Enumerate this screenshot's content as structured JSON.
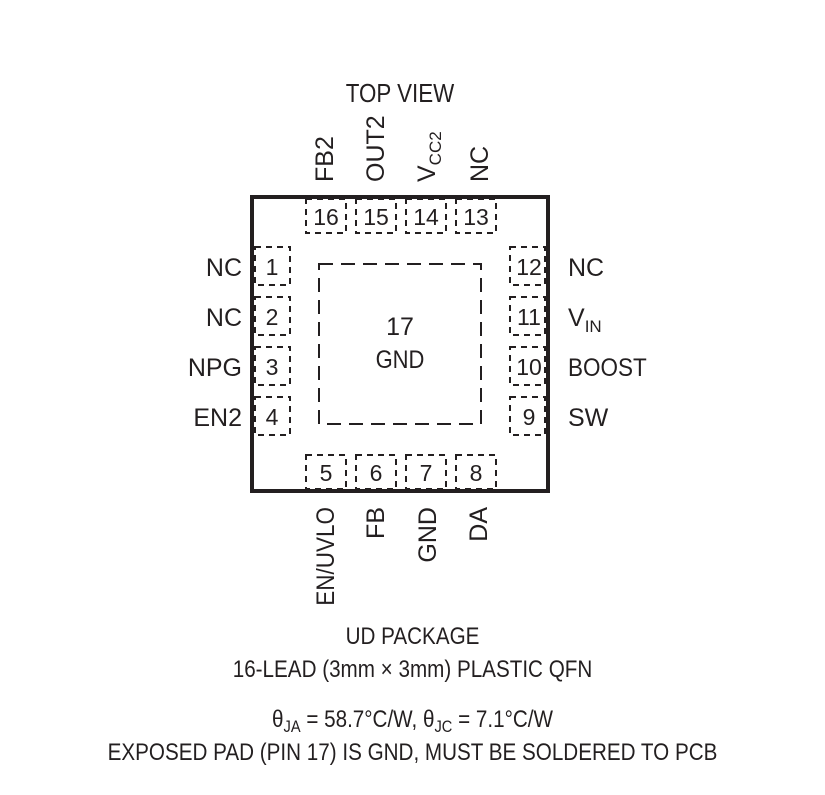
{
  "header": {
    "view_label": "TOP VIEW"
  },
  "top_pins": [
    {
      "number": "16",
      "label": "FB2"
    },
    {
      "number": "15",
      "label": "OUT2"
    },
    {
      "number": "14",
      "label": "V",
      "label_sub": "CC2"
    },
    {
      "number": "13",
      "label": "NC"
    }
  ],
  "left_pins": [
    {
      "number": "1",
      "label": "NC"
    },
    {
      "number": "2",
      "label": "NC"
    },
    {
      "number": "3",
      "label": "NPG"
    },
    {
      "number": "4",
      "label": "EN2"
    }
  ],
  "right_pins": [
    {
      "number": "12",
      "label": "NC"
    },
    {
      "number": "11",
      "label": "V",
      "label_sub": "IN"
    },
    {
      "number": "10",
      "label": "BOOST"
    },
    {
      "number": "9",
      "label": "SW"
    }
  ],
  "bottom_pins": [
    {
      "number": "5",
      "label": "EN/UVLO"
    },
    {
      "number": "6",
      "label": "FB"
    },
    {
      "number": "7",
      "label": "GND"
    },
    {
      "number": "8",
      "label": "DA"
    }
  ],
  "exposed_pad": {
    "number": "17",
    "label": "GND"
  },
  "caption": {
    "package": "UD PACKAGE",
    "description": "16-LEAD (3mm × 3mm) PLASTIC QFN",
    "theta_sym": "θ",
    "theta_ja_sub": "JA",
    "theta_ja_value": " = 58.7°C/W, ",
    "theta_jc_sub": "JC",
    "theta_jc_value": " = 7.1°C/W",
    "note": "EXPOSED PAD (PIN 17) IS GND, MUST BE SOLDERED TO PCB"
  }
}
